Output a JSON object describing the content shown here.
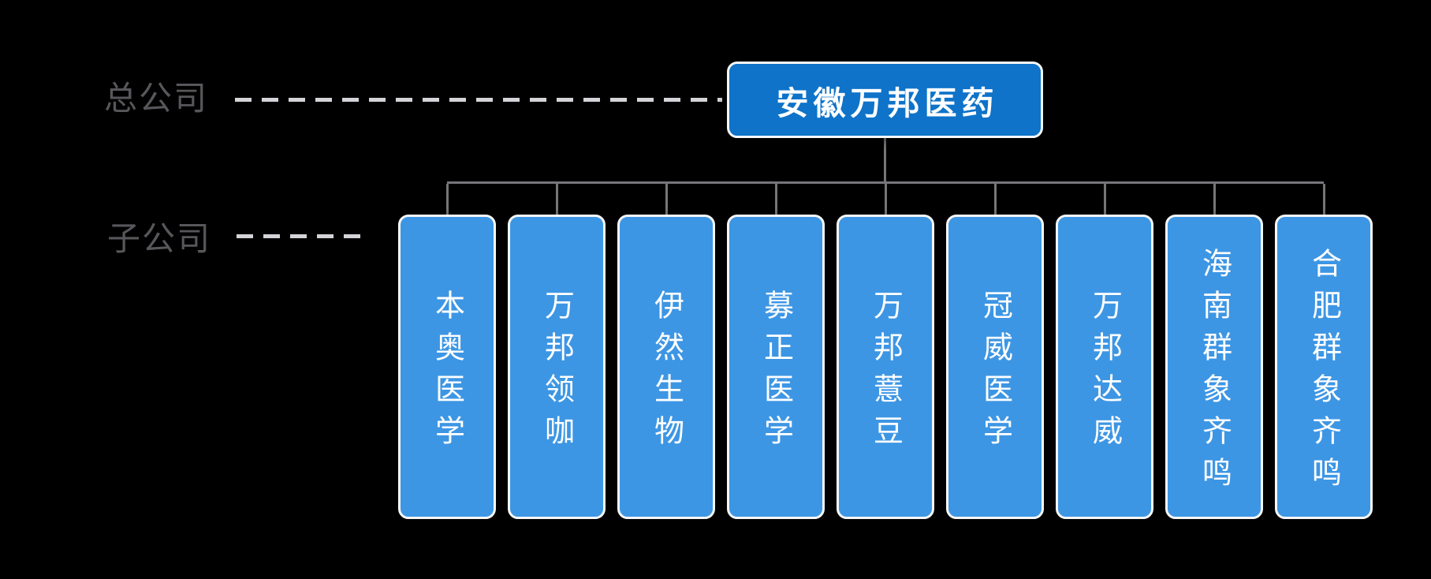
{
  "org": {
    "root": {
      "name": "安徽万邦医药"
    },
    "rows": [
      {
        "label": "总公司"
      },
      {
        "label": "子公司"
      }
    ],
    "subsidiaries": [
      {
        "name": "本奥医学"
      },
      {
        "name": "万邦领咖"
      },
      {
        "name": "伊然生物"
      },
      {
        "name": "募正医学"
      },
      {
        "name": "万邦薏豆"
      },
      {
        "name": "冠威医学"
      },
      {
        "name": "万邦达威"
      },
      {
        "name": "海南群象齐鸣"
      },
      {
        "name": "合肥群象齐鸣"
      }
    ]
  },
  "colors": {
    "background": "#000000",
    "root-fill": "#0e73c9",
    "subsidiary-fill": "#3d96e4",
    "node-border": "#f7f7f7",
    "node-text": "#ffffff",
    "connector": "#76767a",
    "row-label": "#57575b",
    "dash": "#d4d4d8"
  }
}
